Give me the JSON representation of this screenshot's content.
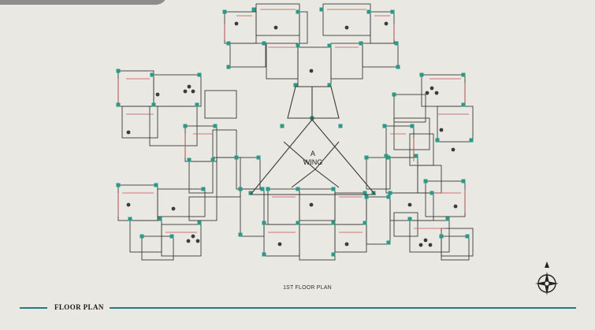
{
  "plan": {
    "caption": "1ST FLOOR PLAN",
    "wing_line1": "A",
    "wing_line2": "WING"
  },
  "footer": {
    "title": "FLOOR PLAN"
  },
  "icons": {
    "compass": "north-arrow-compass-icon"
  },
  "colors": {
    "background": "#e9e8e3",
    "wall": "#3b3b3b",
    "wall_red": "#c8504f",
    "column_teal": "#2a9a86",
    "accent_bar": "#1f7e7e",
    "corner_tab": "#8d8d8d"
  }
}
